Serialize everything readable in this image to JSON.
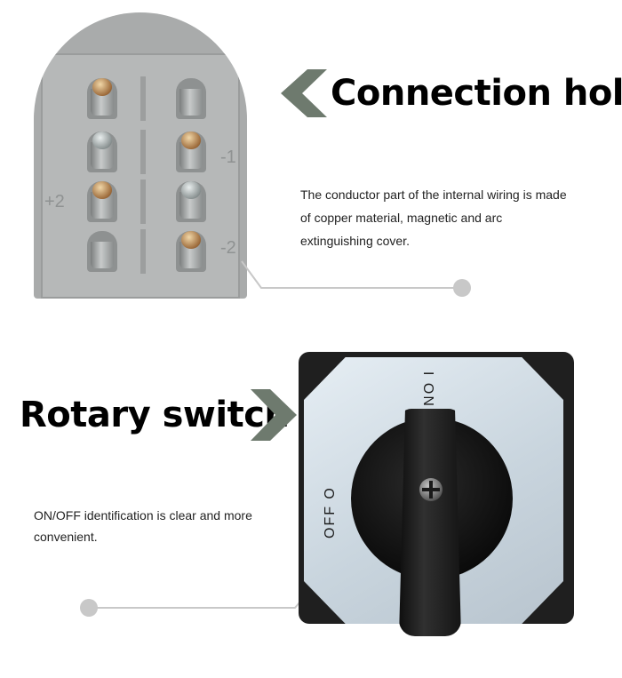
{
  "section_connection": {
    "heading": "Connection hole",
    "description": "The conductor part of the internal wiring is made of copper material, magnetic and arc extinguishing cover.",
    "numbers": {
      "left_mark": "+2",
      "right_mark_upper": "-1",
      "right_mark_lower": "-2"
    },
    "chevron_icon": "chevron-left-icon",
    "accent_color": "#6e7a6e"
  },
  "section_rotary": {
    "heading": "Rotary switch",
    "description": "ON/OFF identification is clear and more convenient.",
    "label_on": "I ON",
    "label_off": "OFF O",
    "chevron_icon": "chevron-right-icon",
    "accent_color": "#6e7a6e"
  }
}
